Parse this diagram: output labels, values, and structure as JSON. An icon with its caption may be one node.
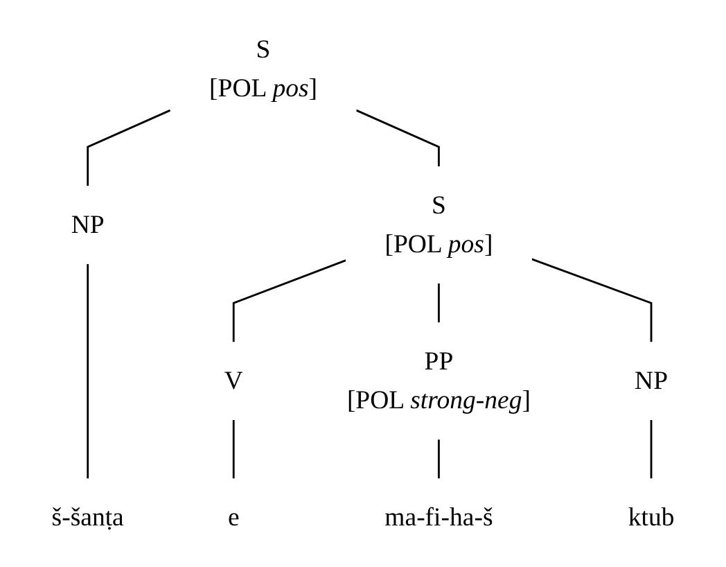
{
  "diagram": {
    "nodes": [
      {
        "text": [
          "S",
          "[POL *pos*]"
        ]
      },
      {
        "text": [
          "NP"
        ]
      },
      {
        "text": [
          "S",
          "[POL *pos*]"
        ]
      },
      {
        "text": [
          "V"
        ]
      },
      {
        "text": [
          "PP",
          "[POL *strong-neg*]"
        ]
      },
      {
        "text": [
          "NP"
        ]
      },
      {
        "text": [
          "š-šanṭa"
        ]
      },
      {
        "text": [
          "e"
        ]
      },
      {
        "text": [
          "ma-fi-ha-š"
        ]
      },
      {
        "text": [
          "ktub"
        ]
      }
    ],
    "edges": [
      {
        "from": 0,
        "to": 1,
        "arrow": "none"
      },
      {
        "from": 0,
        "to": 2,
        "arrow": "none"
      },
      {
        "from": 1,
        "to": 6,
        "arrow": "none"
      },
      {
        "from": 2,
        "to": 3,
        "arrow": "none"
      },
      {
        "from": 2,
        "to": 4,
        "arrow": "none"
      },
      {
        "from": 2,
        "to": 5,
        "arrow": "none"
      },
      {
        "from": 3,
        "to": 7,
        "arrow": "none"
      },
      {
        "from": 4,
        "to": 8,
        "arrow": "none"
      },
      {
        "from": 5,
        "to": 9,
        "arrow": "none"
      }
    ]
  }
}
